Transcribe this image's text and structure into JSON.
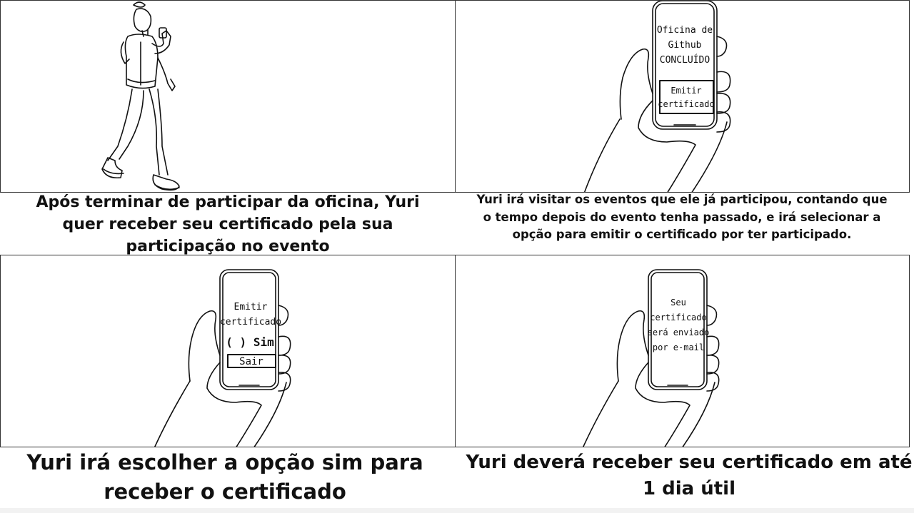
{
  "panels": [
    {
      "caption": "Após terminar de participar da oficina, Yuri quer receber seu certificado pela sua participação no evento"
    },
    {
      "screen": {
        "line1": "Oficina de",
        "line2": "Github",
        "line3": "CONCLUÍDO",
        "button_line1": "Emitir",
        "button_line2": "certificado"
      },
      "caption": "Yuri irá visitar os eventos que ele já participou, contando que o tempo depois do evento tenha passado, e irá selecionar a opção para emitir o certificado por ter participado."
    },
    {
      "screen": {
        "line1": "Emitir",
        "line2": "certificado",
        "option": "( ) Sim",
        "button": "Sair"
      },
      "caption": "Yuri irá escolher a opção sim para receber o certificado"
    },
    {
      "screen": {
        "line1": "Seu",
        "line2": "certificado",
        "line3": "será enviado",
        "line4": "por e-mail"
      },
      "caption": "Yuri deverá receber seu certificado em até 1 dia útil"
    }
  ]
}
